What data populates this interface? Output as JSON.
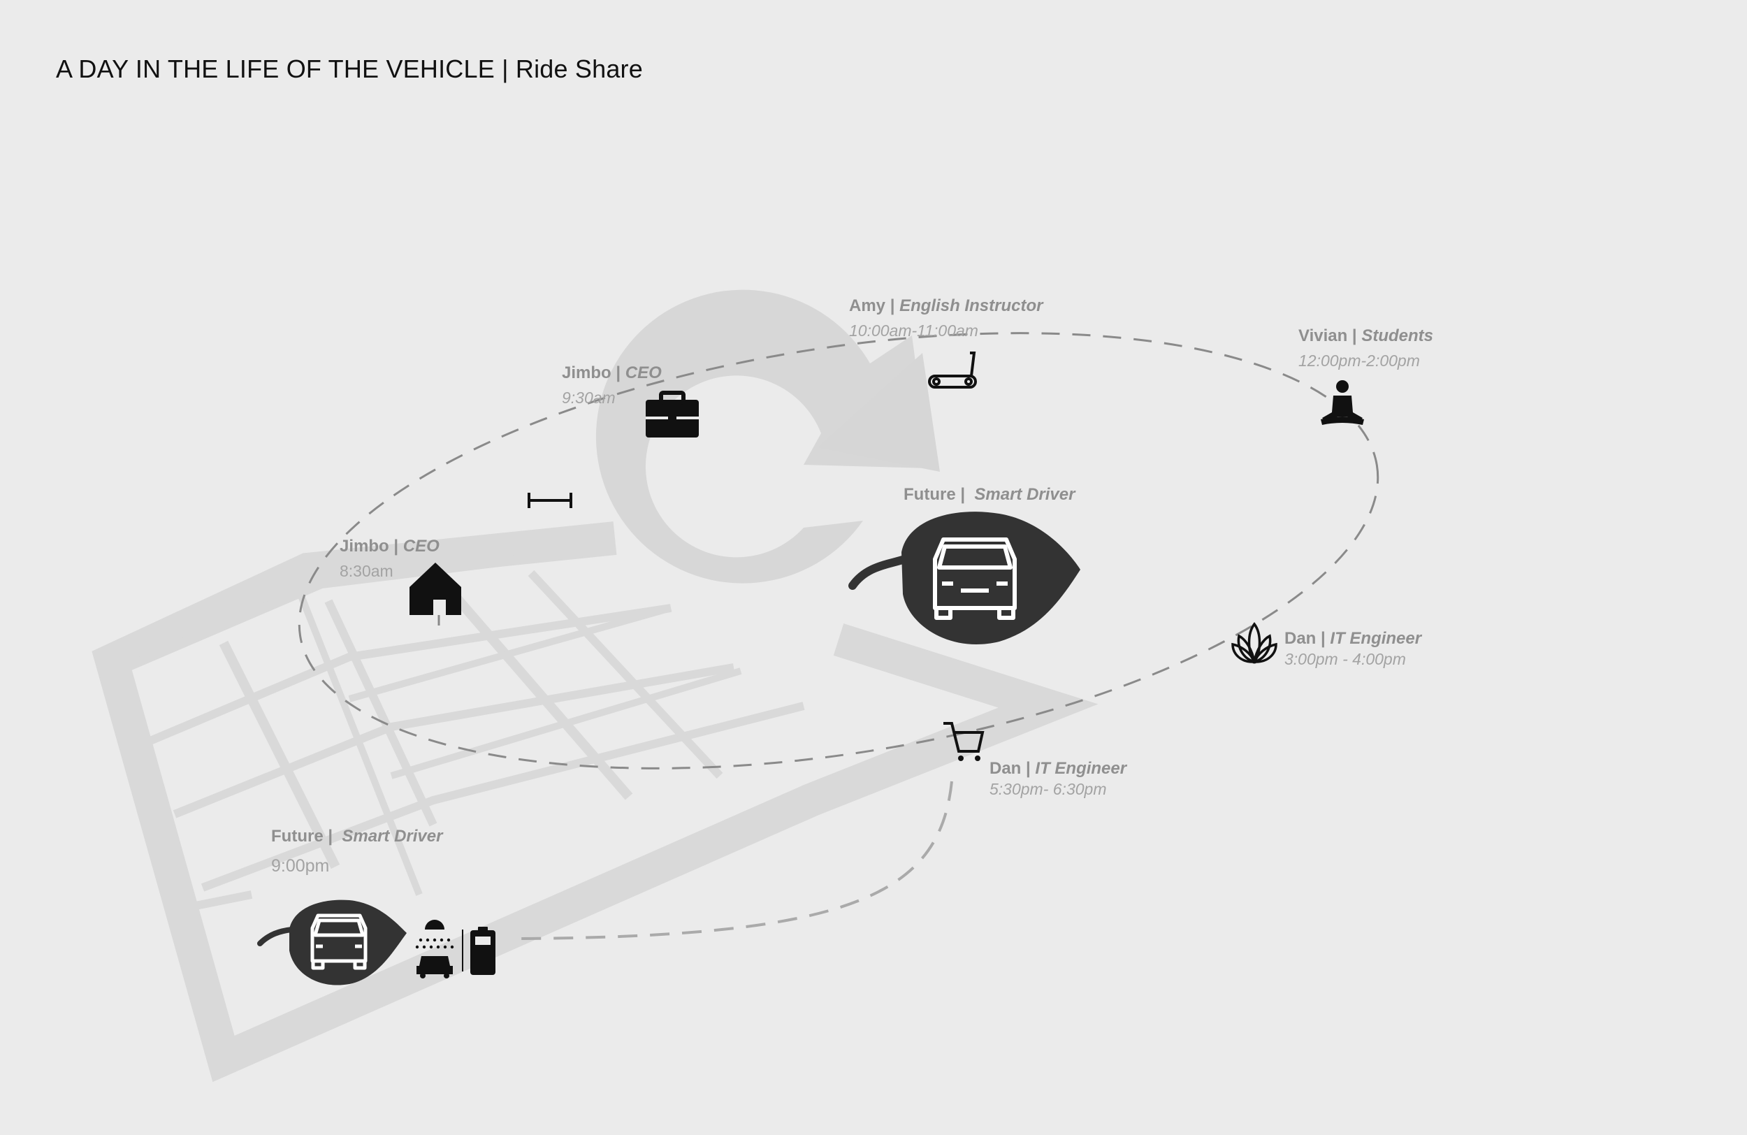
{
  "title": "A DAY IN THE LIFE OF THE VEHICLE | Ride Share",
  "stops": [
    {
      "id": "jimbo-home",
      "name": "Jimbo",
      "role": "CEO",
      "time": "8:30am",
      "icon": "home-icon"
    },
    {
      "id": "jimbo-work",
      "name": "Jimbo",
      "role": "CEO",
      "time": "9:30am",
      "icon": "briefcase-icon"
    },
    {
      "id": "amy",
      "name": "Amy",
      "role": "English Instructor",
      "time": "10:00am-11:00am",
      "icon": "treadmill-icon"
    },
    {
      "id": "vivian",
      "name": "Vivian",
      "role": "Students",
      "time": "12:00pm-2:00pm",
      "icon": "meditation-icon"
    },
    {
      "id": "dan-1",
      "name": "Dan",
      "role": "IT Engineer",
      "time": "3:00pm - 4:00pm",
      "icon": "lotus-icon"
    },
    {
      "id": "dan-2",
      "name": "Dan",
      "role": "IT Engineer",
      "time": "5:30pm- 6:30pm",
      "icon": "shopping-cart-icon"
    }
  ],
  "future_center": {
    "name": "Future",
    "role": "Smart Driver"
  },
  "future_end": {
    "name": "Future",
    "role": "Smart Driver",
    "time": "9:00pm"
  },
  "decor_icons": [
    "dumbbell-icon",
    "car-wash-icon",
    "battery-icon",
    "leaf-car-icon",
    "city-grid-map",
    "cycle-arrow"
  ],
  "colors": {
    "background": "#ebebeb",
    "map": "#d9d9d9",
    "leaf": "#333333",
    "label": "#8f8f8f",
    "path": "#8a8a8a"
  }
}
